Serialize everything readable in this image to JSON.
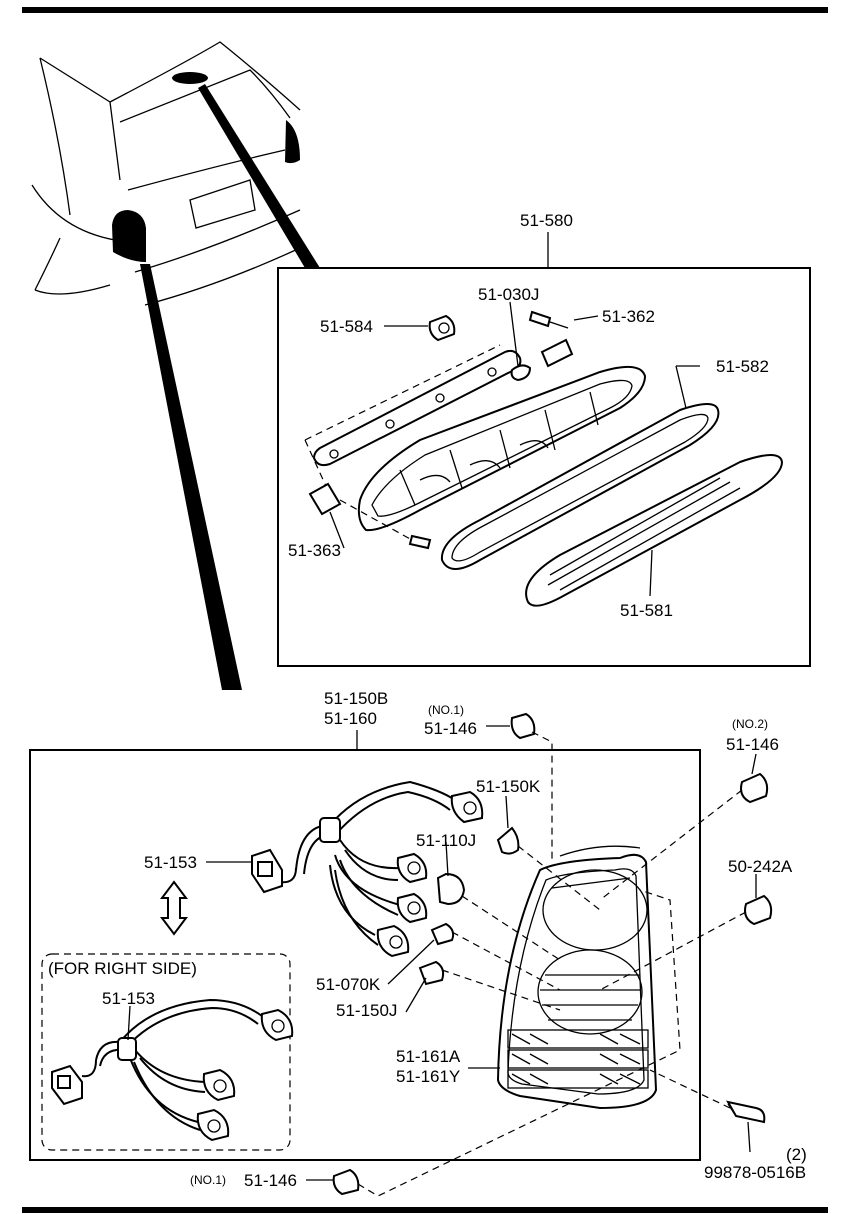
{
  "labels": {
    "assembly_580": "51-580",
    "p584": "51-584",
    "p030j": "51-030J",
    "p362": "51-362",
    "p582": "51-582",
    "p363": "51-363",
    "p581": "51-581",
    "p150b": "51-150B",
    "p160": "51-160",
    "no1_top": "(NO.1)",
    "p146_top": "51-146",
    "no2": "(NO.2)",
    "p146_right": "51-146",
    "p150k": "51-150K",
    "p110j": "51-110J",
    "p153": "51-153",
    "p242a": "50-242A",
    "right_side_note": "(FOR RIGHT SIDE)",
    "p153_inset": "51-153",
    "p070k": "51-070K",
    "p150j": "51-150J",
    "p161a": "51-161A",
    "p161y": "51-161Y",
    "qty2": "(2)",
    "p99878": "99878-0516B",
    "no1_bottom": "(NO.1)",
    "p146_bottom": "51-146"
  }
}
